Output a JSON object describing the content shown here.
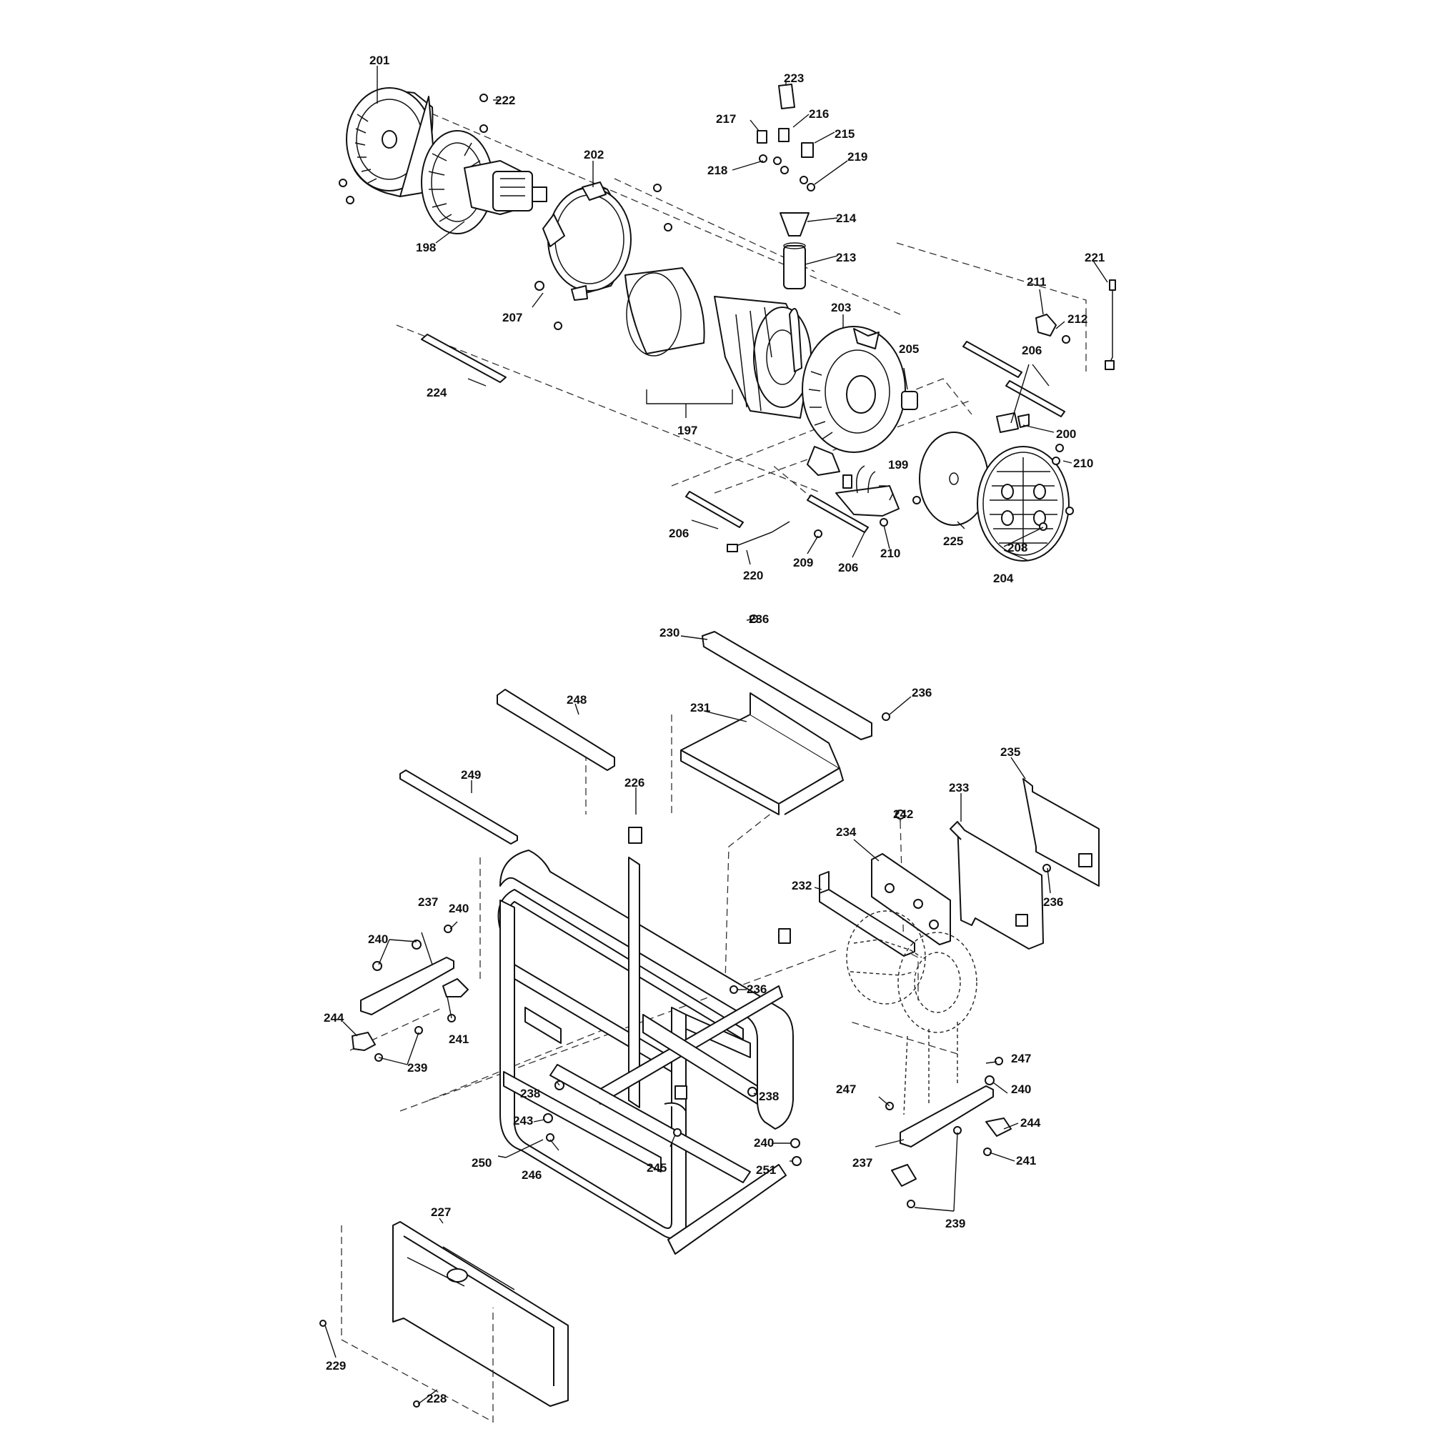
{
  "diagram": {
    "type": "exploded parts diagram",
    "callouts": {
      "c197": "197",
      "c198": "198",
      "c199": "199",
      "c200": "200",
      "c201": "201",
      "c202": "202",
      "c203": "203",
      "c204": "204",
      "c205": "205",
      "c206a": "206",
      "c206b": "206",
      "c206c": "206",
      "c207": "207",
      "c208": "208",
      "c209": "209",
      "c210a": "210",
      "c210b": "210",
      "c211": "211",
      "c212": "212",
      "c213": "213",
      "c214": "214",
      "c215": "215",
      "c216": "216",
      "c217": "217",
      "c218": "218",
      "c219": "219",
      "c220": "220",
      "c221": "221",
      "c222": "222",
      "c223": "223",
      "c224": "224",
      "c225": "225",
      "c226": "226",
      "c227": "227",
      "c228": "228",
      "c229": "229",
      "c230": "230",
      "c231": "231",
      "c232": "232",
      "c233": "233",
      "c234": "234",
      "c235": "235",
      "c236a": "236",
      "c236b": "236",
      "c236c": "236",
      "c236d": "236",
      "c237a": "237",
      "c237b": "237",
      "c238a": "238",
      "c238b": "238",
      "c239a": "239",
      "c239b": "239",
      "c240a": "240",
      "c240b": "240",
      "c240c": "240",
      "c240d": "240",
      "c241a": "241",
      "c241b": "241",
      "c242": "242",
      "c243": "243",
      "c244a": "244",
      "c244b": "244",
      "c245": "245",
      "c246": "246",
      "c247a": "247",
      "c247b": "247",
      "c248": "248",
      "c249": "249",
      "c250": "250",
      "c251": "251"
    }
  }
}
